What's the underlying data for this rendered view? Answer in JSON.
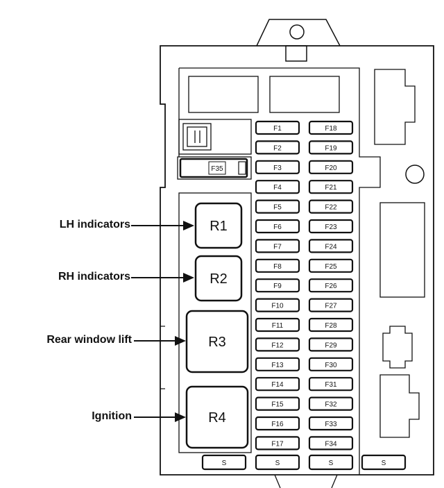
{
  "callouts": {
    "lh_indicators": "LH indicators",
    "rh_indicators": "RH indicators",
    "rear_window_lift": "Rear window lift",
    "ignition": "Ignition"
  },
  "relays": [
    "R1",
    "R2",
    "R3",
    "R4"
  ],
  "fuses_left": [
    "F1",
    "F2",
    "F3",
    "F4",
    "F5",
    "F6",
    "F7",
    "F8",
    "F9",
    "F10",
    "F11",
    "F12",
    "F13",
    "F14",
    "F15",
    "F16",
    "F17"
  ],
  "fuses_right": [
    "F18",
    "F19",
    "F20",
    "F21",
    "F22",
    "F23",
    "F24",
    "F25",
    "F26",
    "F27",
    "F28",
    "F29",
    "F30",
    "F31",
    "F32",
    "F33",
    "F34"
  ],
  "special_fuse": "F35",
  "spare_label": "S",
  "colors": {
    "line": "#111111",
    "background": "#ffffff"
  }
}
